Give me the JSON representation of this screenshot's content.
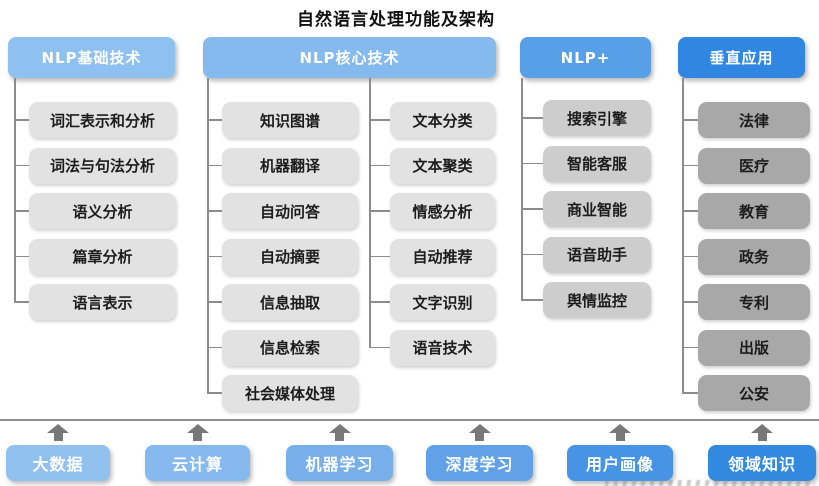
{
  "title": "自然语言处理功能及架构",
  "columns": [
    {
      "header": "NLP基础技术",
      "items": [
        "词汇表示和分析",
        "词法与句法分析",
        "语义分析",
        "篇章分析",
        "语言表示"
      ]
    },
    {
      "header": "NLP核心技术",
      "items_left": [
        "知识图谱",
        "机器翻译",
        "自动问答",
        "自动摘要",
        "信息抽取",
        "信息检索",
        "社会媒体处理"
      ],
      "items_right": [
        "文本分类",
        "文本聚类",
        "情感分析",
        "自动推荐",
        "文字识别",
        "语音技术"
      ]
    },
    {
      "header": "NLP+",
      "items": [
        "搜索引擎",
        "智能客服",
        "商业智能",
        "语音助手",
        "舆情监控"
      ]
    },
    {
      "header": "垂直应用",
      "items": [
        "法律",
        "医疗",
        "教育",
        "政务",
        "专利",
        "出版",
        "公安"
      ]
    }
  ],
  "foundation": [
    "大数据",
    "云计算",
    "机器学习",
    "深度学习",
    "用户画像",
    "领域知识"
  ],
  "colors": {
    "header_nlp_basic": "#8fc1f0",
    "header_nlp_core": "#85baee",
    "header_nlp_plus": "#57a0e8",
    "header_vertical_apps": "#2f87e2",
    "items_basic_core": "#e2e2e2",
    "items_nlp_plus": "#cdcdcd",
    "items_vertical_apps": "#a8a8a8",
    "foundation_gradient": [
      "#92c0ef",
      "#86b9ed",
      "#76afea",
      "#60a1e7",
      "#4694e3",
      "#3289e0"
    ],
    "connector": "#8c8c8c",
    "divider": "#8d8d8d",
    "arrow": "#787878",
    "item_text": "#1c1c1c",
    "header_text": "#ffffff"
  }
}
